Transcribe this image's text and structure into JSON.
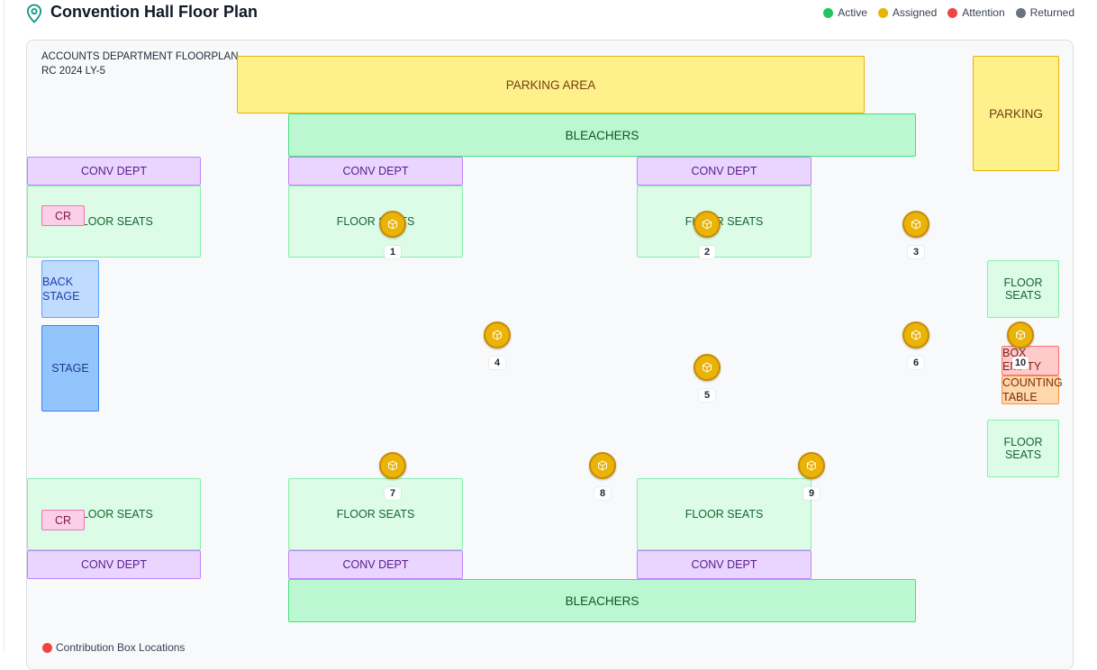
{
  "header": {
    "title": "Convention Hall Floor Plan",
    "title_icon": "map-pin-icon",
    "legend": [
      {
        "label": "Active",
        "color": "#22c55e"
      },
      {
        "label": "Assigned",
        "color": "#eab308"
      },
      {
        "label": "Attention",
        "color": "#ef4444"
      },
      {
        "label": "Returned",
        "color": "#6b7280"
      }
    ]
  },
  "plan": {
    "label_line1": "ACCOUNTS DEPARTMENT FLOORPLAN",
    "label_line2": "RC 2024 LY-5",
    "zones": {
      "parking_area": "PARKING AREA",
      "parking": "PARKING",
      "bleachers_top": "BLEACHERS",
      "bleachers_bottom": "BLEACHERS",
      "conv_dept_top_1": "CONV DEPT",
      "conv_dept_top_2": "CONV DEPT",
      "conv_dept_top_3": "CONV DEPT",
      "conv_dept_bottom_1": "CONV DEPT",
      "conv_dept_bottom_2": "CONV DEPT",
      "conv_dept_bottom_3": "CONV DEPT",
      "floor_seats_top_1": "FLOOR SEATS",
      "floor_seats_top_2": "FLOOR SEATS",
      "floor_seats_top_3": "FLOOR SEATS",
      "floor_seats_bottom_1": "FLOOR SEATS",
      "floor_seats_bottom_2": "FLOOR SEATS",
      "floor_seats_bottom_3": "FLOOR SEATS",
      "floor_seats_right_1": "FLOOR SEATS",
      "floor_seats_right_2": "FLOOR SEATS",
      "cr_top": "CR",
      "cr_bottom": "CR",
      "back_stage_1": "BACK",
      "back_stage_2": "STAGE",
      "stage": "STAGE",
      "box_empty_1": "BOX",
      "box_empty_2": "EMPTY",
      "counting_table_1": "COUNTING",
      "counting_table_2": "TABLE"
    },
    "markers": [
      {
        "id": "1",
        "status": "Assigned",
        "icon": "package-icon"
      },
      {
        "id": "2",
        "status": "Assigned",
        "icon": "package-icon"
      },
      {
        "id": "3",
        "status": "Assigned",
        "icon": "package-icon"
      },
      {
        "id": "4",
        "status": "Assigned",
        "icon": "package-icon"
      },
      {
        "id": "5",
        "status": "Assigned",
        "icon": "package-icon"
      },
      {
        "id": "6",
        "status": "Assigned",
        "icon": "package-icon"
      },
      {
        "id": "7",
        "status": "Assigned",
        "icon": "package-icon"
      },
      {
        "id": "8",
        "status": "Assigned",
        "icon": "package-icon"
      },
      {
        "id": "9",
        "status": "Assigned",
        "icon": "package-icon"
      },
      {
        "id": "10",
        "status": "Assigned",
        "icon": "package-icon"
      }
    ],
    "footer_legend": {
      "label": "Contribution Box Locations",
      "color": "#ef4444"
    }
  }
}
